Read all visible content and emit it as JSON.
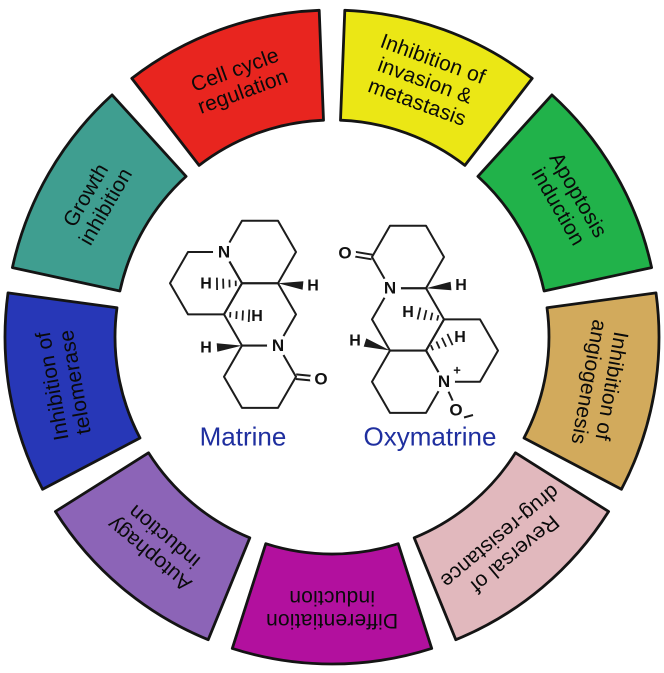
{
  "figure": {
    "background_color": "#ffffff",
    "outline_color": "#141414",
    "structure_color": "#1c1c1c",
    "ring": {
      "segments": [
        {
          "id": "inhibition-of-invasion-metastasis",
          "lines": [
            "Inhibition of",
            "invasion &",
            "metastasis"
          ],
          "color": "#ebe715"
        },
        {
          "id": "apoptosis-induction",
          "lines": [
            "Apoptosis",
            "induction"
          ],
          "color": "#21b24a"
        },
        {
          "id": "inhibition-of-angiogenesis",
          "lines": [
            "Inhibition of",
            "angiogenesis"
          ],
          "color": "#d2aa5c"
        },
        {
          "id": "reversal-of-drug-resistance",
          "lines": [
            "Reversal of",
            "drug-resistance"
          ],
          "color": "#e1b8bd"
        },
        {
          "id": "differentiation-induction",
          "lines": [
            "Differentiation",
            "induction"
          ],
          "color": "#b2109e"
        },
        {
          "id": "autophagy-induction",
          "lines": [
            "Autophagy",
            "induction"
          ],
          "color": "#8c64b7"
        },
        {
          "id": "inhibition-of-telomerase",
          "lines": [
            "Inhibition of",
            "telomerase"
          ],
          "color": "#2737b7"
        },
        {
          "id": "growth-inhibition",
          "lines": [
            "Growth",
            "inhibition"
          ],
          "color": "#3f9e90"
        },
        {
          "id": "cell-cycle-regulation",
          "lines": [
            "Cell cycle",
            "regulation"
          ],
          "color": "#e8251f"
        }
      ]
    },
    "molecules": {
      "label_color": "#1f2f9f",
      "matrine": {
        "label": "Matrine",
        "atoms": [
          "N",
          "N",
          "O",
          "H",
          "H",
          "H",
          "H"
        ]
      },
      "oxymatrine": {
        "label": "Oxymatrine",
        "atoms": [
          "N",
          "N",
          "O",
          "O",
          "H",
          "H",
          "H",
          "H",
          "+"
        ]
      }
    }
  }
}
